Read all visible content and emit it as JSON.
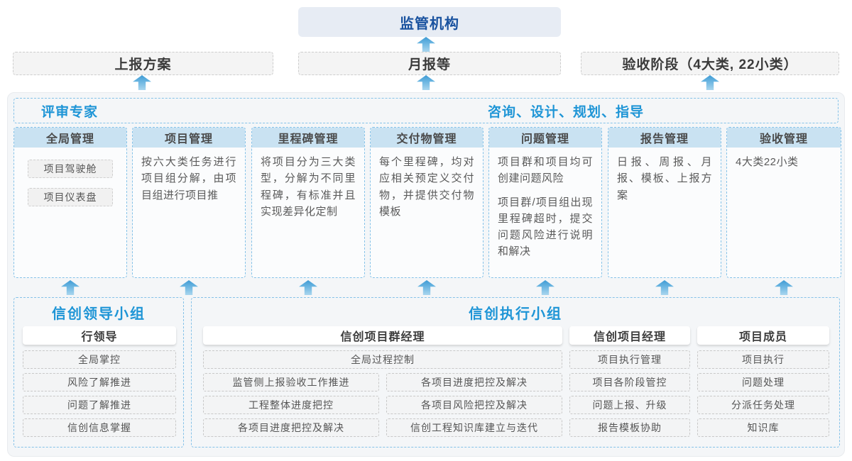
{
  "top": {
    "regulator_label": "监管机构",
    "outputs": [
      {
        "label": "上报方案"
      },
      {
        "label": "月报等"
      },
      {
        "label": "验收阶段（4大类, 22小类）"
      }
    ]
  },
  "platform": {
    "left_title": "评审专家",
    "right_title": "咨询、设计、规划、指导",
    "modules": [
      {
        "title": "全局管理",
        "pills": [
          "项目驾驶舱",
          "项目仪表盘"
        ]
      },
      {
        "title": "项目管理",
        "paragraphs": [
          "按六大类任务进行项目组分解，由项目组进行项目推"
        ]
      },
      {
        "title": "里程碑管理",
        "paragraphs": [
          "将项目分为三大类型，分解为不同里程碑，有标准并且实现差异化定制"
        ]
      },
      {
        "title": "交付物管理",
        "paragraphs": [
          "每个里程碑，均对应相关预定义交付物，并提供交付物模板"
        ]
      },
      {
        "title": "问题管理",
        "paragraphs": [
          "项目群和项目均可创建问题风险",
          "项目群/项目组出现里程碑超时，提交问题风险进行说明和解决"
        ]
      },
      {
        "title": "报告管理",
        "paragraphs": [
          "日报、周报、月报、模板、上报方案"
        ]
      },
      {
        "title": "验收管理",
        "paragraphs": [
          "4大类22小类"
        ]
      }
    ]
  },
  "teams": {
    "leader_group": {
      "title": "信创领导小组",
      "role": "行领导",
      "items": [
        "全局掌控",
        "风险了解推进",
        "问题了解推进",
        "信创信息掌握"
      ]
    },
    "exec_group": {
      "title": "信创执行小组",
      "program_manager": {
        "role": "信创项目群经理",
        "full_item": "全局过程控制",
        "left_items": [
          "监管侧上报验收工作推进",
          "工程整体进度把控",
          "各项目进度把控及解决"
        ],
        "right_items": [
          "各项目进度把控及解决",
          "各项目风险把控及解决",
          "信创工程知识库建立与迭代"
        ]
      },
      "project_manager": {
        "role": "信创项目经理",
        "items": [
          "项目执行管理",
          "项目各阶段管控",
          "问题上报、升级",
          "报告模板协助"
        ]
      },
      "member": {
        "role": "项目成员",
        "items": [
          "项目执行",
          "问题处理",
          "分派任务处理",
          "知识库"
        ]
      }
    }
  },
  "colors": {
    "accent_blue": "#1e95d6",
    "deep_blue": "#19529f",
    "header_fill": "#c9e2f2",
    "dashed_blue_border": "#85c2e8",
    "container_fill": "#f4f6f8",
    "arrow_blue": "#3e9bd4"
  }
}
